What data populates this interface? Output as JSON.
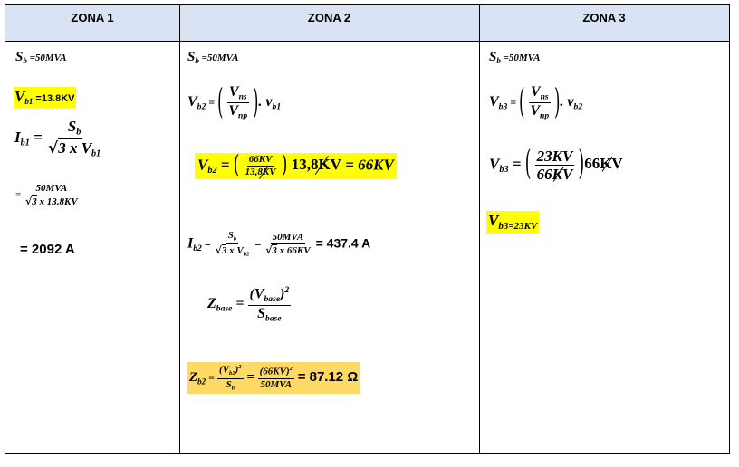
{
  "headers": {
    "zona1": "ZONA 1",
    "zona2": "ZONA 2",
    "zona3": "ZONA 3"
  },
  "zona1": {
    "sb_sym": "S",
    "sb_sub": "b",
    "sb_eq": " =50MVA",
    "vb1_sym": "V",
    "vb1_sub": "b1",
    "vb1_eq": " =13.8KV",
    "ib1_sym": "I",
    "ib1_sub": "b1",
    "ib1_eq": " = ",
    "ib1_num": "S",
    "ib1_num_sub": "b",
    "ib1_den_root": "√",
    "ib1_den_three": "3",
    "ib1_den_rest": " x V",
    "ib1_den_sub": "b1",
    "step2_eq": "=",
    "step2_num": "50MVA",
    "step2_den_root": "√",
    "step2_den_three": "3",
    "step2_den_rest": " x  13.8KV",
    "result": "= 2092 A"
  },
  "zona2": {
    "sb_sym": "S",
    "sb_sub": "b",
    "sb_eq": " =50MVA",
    "vb2_sym": "V",
    "vb2_sub": "b2",
    "vb2_eq": " = ",
    "vb2_num": "V",
    "vb2_num_sub": "ns",
    "vb2_den": "V",
    "vb2_den_sub": "np",
    "vb2_tail": ". v",
    "vb2_tail_sub": "b1",
    "vb2c_sym": "V",
    "vb2c_sub": "b2",
    "vb2c_eq": " = ",
    "vb2c_num": "66KV",
    "vb2c_den": "13,8KV",
    "vb2c_mid": "13,8KV",
    "vb2c_res": " = 66KV",
    "ib2_sym": "I",
    "ib2_sub": "b2",
    "ib2_eq": " = ",
    "ib2_num": "S",
    "ib2_num_sub": "b",
    "ib2_den_root": "√",
    "ib2_den_three": "3",
    "ib2_den_rest": " x V",
    "ib2_den_sub": "b2",
    "ib2_eq2": " = ",
    "ib2_num2": "50MVA",
    "ib2_den2_root": "√",
    "ib2_den2_three": "3",
    "ib2_den2_rest": " x  66KV",
    "ib2_res": " = 437.4 A",
    "zb_sym": "Z",
    "zb_sub": "base",
    "zb_eq": " = ",
    "zb_num": "(V",
    "zb_num_sub": "base",
    "zb_num_close": ")",
    "zb_num_sup": "2",
    "zb_den": "S",
    "zb_den_sub": "base",
    "zb2_sym": "Z",
    "zb2_sub": "b2",
    "zb2_eq": " = ",
    "zb2_num": "(V",
    "zb2_num_sub": "b2",
    "zb2_num_close": ")",
    "zb2_num_sup": "2",
    "zb2_den": "S",
    "zb2_den_sub": "b",
    "zb2_eq2": " = ",
    "zb2_num2": "(66KV)",
    "zb2_num2_sup": "2",
    "zb2_den2": "50MVA",
    "zb2_res": " = 87.12 Ω"
  },
  "zona3": {
    "sb_sym": "S",
    "sb_sub": "b",
    "sb_eq": " =50MVA",
    "vb3_sym": "V",
    "vb3_sub": "b3",
    "vb3_eq": " = ",
    "vb3_num": "V",
    "vb3_num_sub": "ns",
    "vb3_den": "V",
    "vb3_den_sub": "np",
    "vb3_tail": ". v",
    "vb3_tail_sub": "b2",
    "vb3c_sym": "V",
    "vb3c_sub": "b3",
    "vb3c_eq": " = ",
    "vb3c_num": "23KV",
    "vb3c_den": "66KV",
    "vb3c_mid": "66KV",
    "vb3r_sym": "V",
    "vb3r_sub": "b3=23KV"
  },
  "colors": {
    "header_bg": "#dae3f3",
    "highlight_yellow": "#ffff00",
    "highlight_orange": "#ffd966"
  }
}
